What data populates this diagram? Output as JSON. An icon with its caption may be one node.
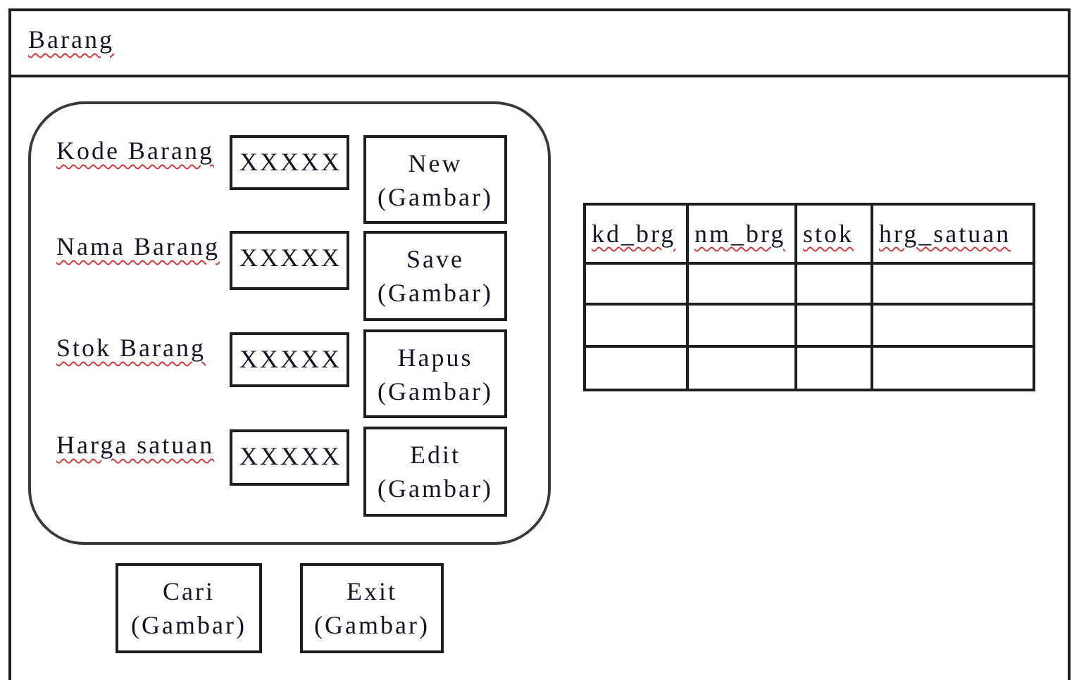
{
  "diagram": {
    "nodes": [
      {
        "text": [
          "Barang"
        ]
      },
      {
        "text": [],
        "shape": "box",
        "in": 0
      },
      {
        "text": [
          "XXXXX"
        ],
        "beside": [
          "Kode Barang"
        ],
        "in": 1
      },
      {
        "text": [
          "New (Gambar)"
        ],
        "in": 1
      },
      {
        "text": [
          "XXXXX"
        ],
        "beside": [
          "Nama Barang"
        ],
        "in": 1
      },
      {
        "text": [
          "Save (Gambar)"
        ],
        "in": 1
      },
      {
        "text": [
          "XXXXX"
        ],
        "beside": [
          "Stok Barang"
        ],
        "in": 1
      },
      {
        "text": [
          "Hapus (Gambar)"
        ],
        "in": 1
      },
      {
        "text": [
          "XXXXX"
        ],
        "beside": [
          "Harga satuan"
        ],
        "in": 1
      },
      {
        "text": [
          "Edit (Gambar)"
        ],
        "in": 1
      },
      {
        "text": [
          "Cari (Gambar)"
        ],
        "in": 0
      },
      {
        "text": [
          "Exit (Gambar)"
        ],
        "in": 0
      }
    ],
    "labels": [
      "kd_brg",
      "nm_brg",
      "stok",
      "hrg_satuan"
    ]
  }
}
